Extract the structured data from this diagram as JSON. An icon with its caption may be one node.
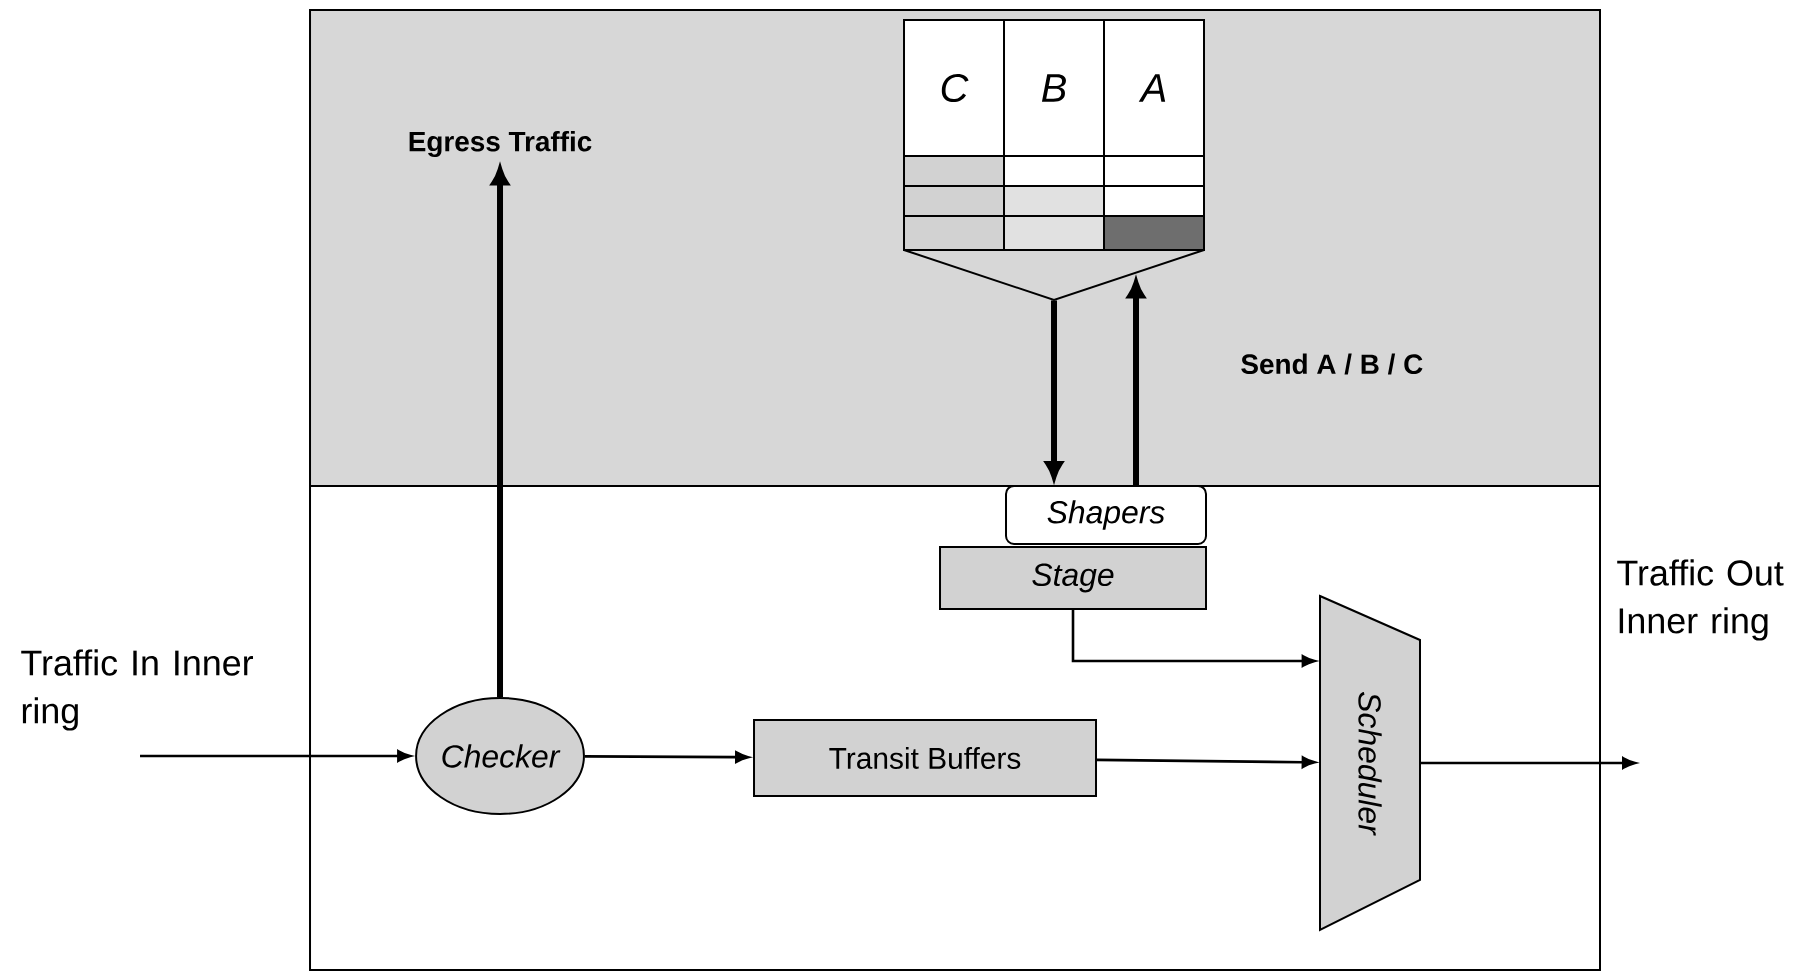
{
  "diagram": {
    "nodes": [
      {
        "text": [
          "C",
          "B",
          "A"
        ]
      },
      {
        "text": [
          "Shapers"
        ]
      },
      {
        "text": [
          "Stage"
        ]
      },
      {
        "text": [
          "Checker"
        ]
      },
      {
        "text": [
          "Transit Buffers"
        ]
      },
      {
        "text": [
          "Scheduler"
        ]
      },
      {
        "text": [
          "Egress Traffic"
        ]
      }
    ],
    "edges": [
      {
        "from": null,
        "to": 3,
        "arrow": "to"
      },
      {
        "from": 3,
        "to": 6,
        "arrow": "to",
        "style": "thick"
      },
      {
        "from": 0,
        "to": 1,
        "arrow": "to",
        "style": "thick"
      },
      {
        "from": 1,
        "to": 0,
        "arrow": "to",
        "style": "thick"
      },
      {
        "from": 2,
        "to": 5,
        "arrow": "to"
      },
      {
        "from": 3,
        "to": 4,
        "arrow": "to"
      },
      {
        "from": 4,
        "to": 5,
        "arrow": "to"
      },
      {
        "from": 5,
        "to": null,
        "arrow": "to"
      }
    ],
    "labels": [
      "Send A / B / C",
      "Traffic In Inner ring",
      "Traffic Out Inner ring"
    ]
  }
}
